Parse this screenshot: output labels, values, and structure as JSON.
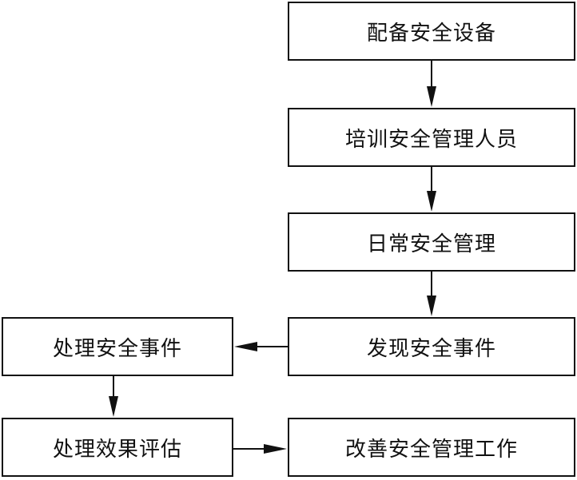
{
  "nodes": {
    "equip": "配备安全设备",
    "train": "培训安全管理人员",
    "daily": "日常安全管理",
    "discover": "发现安全事件",
    "handle": "处理安全事件",
    "evaluate": "处理效果评估",
    "improve": "改善安全管理工作"
  },
  "edges": [
    {
      "from": "equip",
      "to": "train"
    },
    {
      "from": "train",
      "to": "daily"
    },
    {
      "from": "daily",
      "to": "discover"
    },
    {
      "from": "discover",
      "to": "handle"
    },
    {
      "from": "handle",
      "to": "evaluate"
    },
    {
      "from": "evaluate",
      "to": "improve"
    }
  ],
  "colors": {
    "stroke": "#111111",
    "fill": "#ffffff"
  }
}
